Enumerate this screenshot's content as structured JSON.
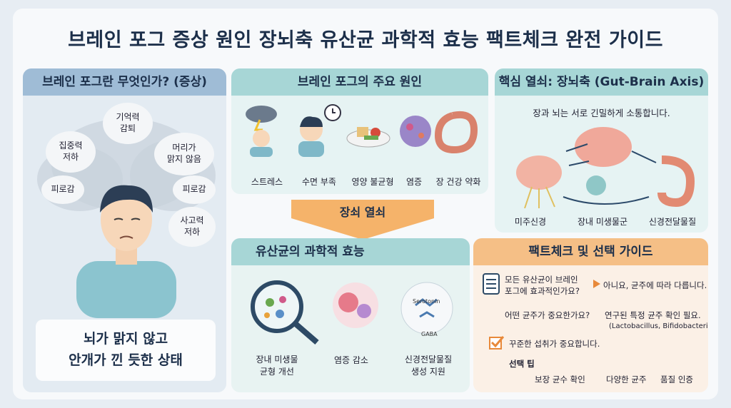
{
  "title": "브레인 포그 증상 원인 장뇌축 유산균 과학적 효능 팩트체크 완전 가이드",
  "symptoms": {
    "heading": "브레인 포그란 무엇인가? (증상)",
    "bubbles": [
      "기억력\n감퇴",
      "집중력\n저하",
      "머리가\n맑지 않음",
      "피로감",
      "피로감",
      "사고력\n저하"
    ],
    "summary_line1": "뇌가 맑지 않고",
    "summary_line2": "안개가 낀 듯한 상태"
  },
  "causes": {
    "heading": "브레인 포그의 주요 원인",
    "items": [
      "스트레스",
      "수면 부족",
      "영양 불균형",
      "염증",
      "장 건강 약화"
    ],
    "arrow_label": "장쇠 열쇠"
  },
  "axis": {
    "heading": "핵심 열쇠: 장뇌축 (Gut-Brain Axis)",
    "subtitle": "장과 뇌는 서로 긴밀하게 소통합니다.",
    "labels": [
      "미주신경",
      "장내 미생물군",
      "신경전달물질"
    ]
  },
  "effects": {
    "heading": "유산균의 과학적 효능",
    "items": [
      "장내 미생물\n균형 개선",
      "염증 감소",
      "신경전달물질\n생성 지원"
    ],
    "serotonin": "Serotonin",
    "gaba": "GABA"
  },
  "fact": {
    "heading": "팩트체크 및 선택 가이드",
    "q1": "모든 유산균이 브레인",
    "q1b": "포그에 효과적인가요?",
    "a1": "아니요, 균주에 따라 다릅니다.",
    "q2": "어떤 균주가 중요한가요?",
    "a2": "연구된 특정 균주 확인 필요.",
    "a2b": "(Lactobacillus, Bifidobacterius,)",
    "q3": "꾸준한 섭취가 중요합니다.",
    "tips_heading": "선택 팁",
    "tips": [
      "보장 균수 확인",
      "다양한 균주",
      "품질 인증"
    ]
  },
  "colors": {
    "blue_header": "#9fbcd6",
    "teal_header": "#a7d6d6",
    "orange_header": "#f5bf86",
    "arrow": "#f5b36a"
  }
}
